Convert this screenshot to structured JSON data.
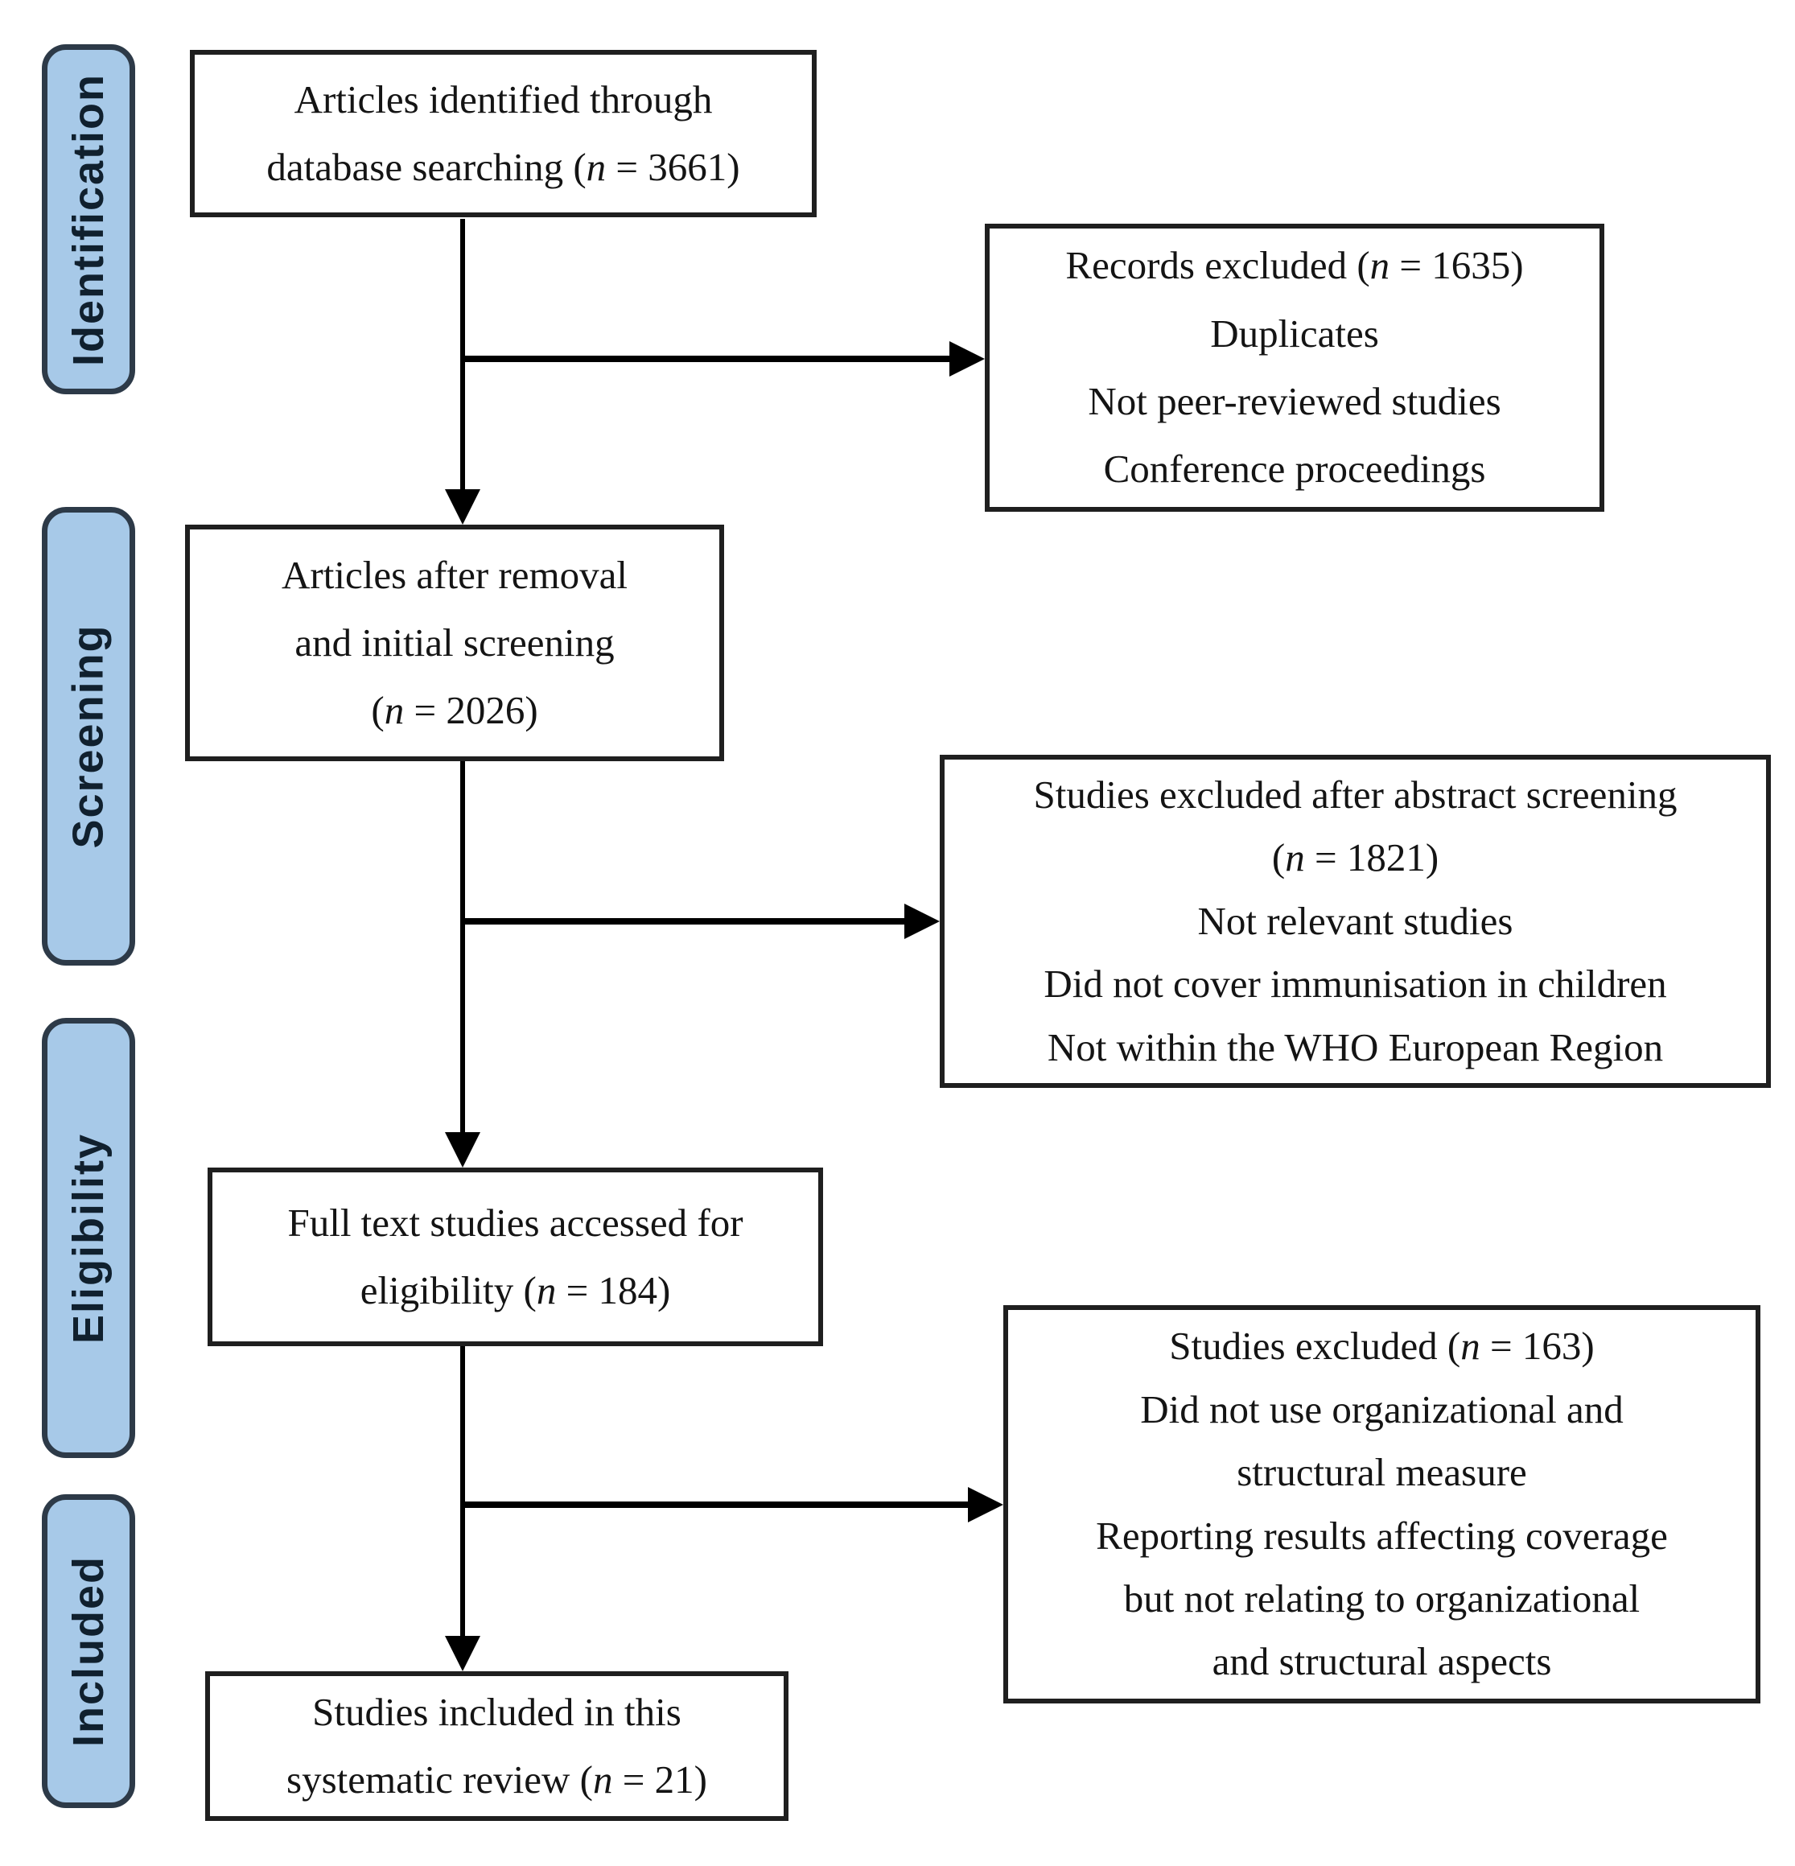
{
  "figure": {
    "type": "prisma-flow-diagram"
  },
  "colors": {
    "stage_fill": "#a7c9e8",
    "stage_border": "#2d3a48",
    "stage_text": "#10202e",
    "box_border": "#1f1f1f",
    "box_text": "#141414",
    "arrow": "#000000",
    "background": "#ffffff"
  },
  "stages": [
    "Identification",
    "Screening",
    "Eligibility",
    "Included"
  ],
  "boxes": {
    "identified": {
      "lines": [
        "Articles identified through",
        "database searching (n = 3661)"
      ]
    },
    "records_excluded": {
      "lines": [
        "Records excluded (n = 1635)",
        "Duplicates",
        "Not peer-reviewed studies",
        "Conference proceedings"
      ]
    },
    "after_removal": {
      "lines": [
        "Articles after removal",
        "and initial screening",
        "(n = 2026)"
      ]
    },
    "abstract_excluded": {
      "lines": [
        "Studies excluded after abstract screening",
        "(n = 1821)",
        "Not relevant studies",
        "Did not cover immunisation in children",
        "Not within the WHO European Region"
      ]
    },
    "full_text": {
      "lines": [
        "Full text studies accessed for",
        "eligibility (n = 184)"
      ]
    },
    "full_text_excluded": {
      "lines": [
        "Studies excluded (n = 163)",
        "Did not use organizational and",
        "structural measure",
        "Reporting results affecting coverage",
        "but not relating to organizational",
        "and structural aspects"
      ]
    },
    "included": {
      "lines": [
        "Studies included in this",
        "systematic review (n = 21)"
      ]
    }
  }
}
